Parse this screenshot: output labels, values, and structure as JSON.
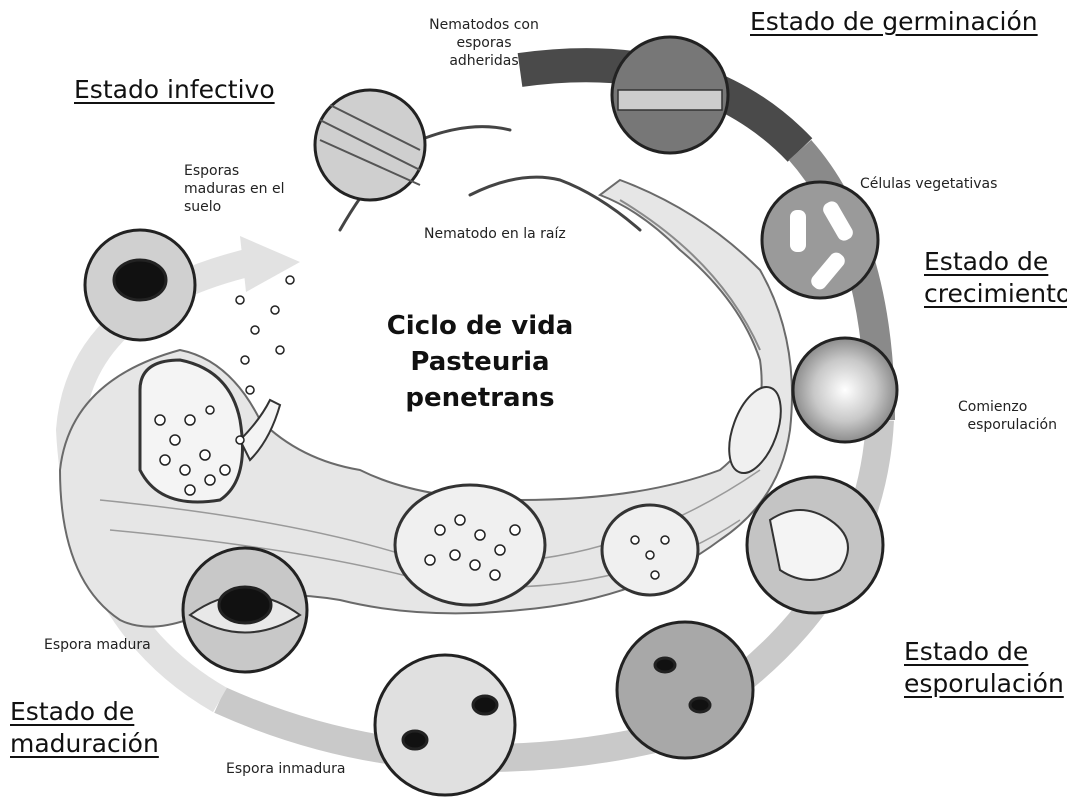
{
  "title_lines": [
    "Ciclo de vida",
    "Pasteuria",
    "penetrans"
  ],
  "stages": {
    "infective": [
      "Estado infectivo"
    ],
    "germination": [
      "Estado de germinación"
    ],
    "growth": [
      "Estado de",
      "crecimiento"
    ],
    "sporulation": [
      "Estado de",
      "esporulación"
    ],
    "maturation": [
      "Estado de",
      "maduración"
    ]
  },
  "labels": {
    "nematodes_spores": [
      "Nematodos con",
      "esporas",
      "adheridas"
    ],
    "mature_spores_soil": [
      "Esporas",
      "maduras en el",
      "suelo"
    ],
    "nematode_root": [
      "Nematodo en la raíz"
    ],
    "vegetative_cells": [
      "Células vegetativas"
    ],
    "sporulation_start": [
      "Comienzo",
      "esporulación"
    ],
    "mature_spore": [
      "Espora madura"
    ],
    "immature_spore": [
      "Espora inmadura"
    ]
  },
  "colors": {
    "arrow_dark": "#4a4a4a",
    "arrow_mid": "#8a8a8a",
    "arrow_light": "#c9c9c9",
    "tissue_fill": "#e6e6e6",
    "tissue_stroke": "#6a6a6a",
    "circle_fill": "#d8d8d8"
  }
}
